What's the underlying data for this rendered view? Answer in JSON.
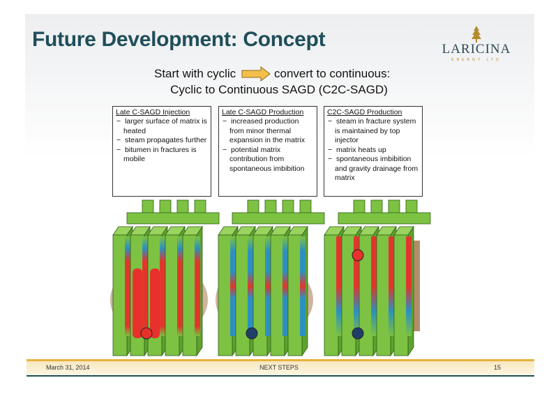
{
  "title": "Future Development: Concept",
  "logo": {
    "name": "LARICINA",
    "subtitle": "ENERGY LTD",
    "icon": "tree-icon"
  },
  "subtitle": {
    "line1_left": "Start with cyclic",
    "line1_right": "convert to continuous:",
    "line2": "Cyclic to Continuous SAGD (C2C-SAGD)",
    "arrow_icon": "right-arrow-icon",
    "arrow_color": "#f5c04a"
  },
  "panels": [
    {
      "heading": "Late C-SAGD Injection",
      "bullets": [
        "larger surface of matrix is heated",
        "steam propagates further",
        "bitumen in fractures is mobile"
      ],
      "well": "injection",
      "well_color": "#d01f1f"
    },
    {
      "heading": "Late C-SAGD Production",
      "bullets": [
        "increased production from minor thermal expansion in the matrix",
        "potential matrix contribution from spontaneous imbibition"
      ],
      "well": "production",
      "well_color": "#1f3f6a"
    },
    {
      "heading": "C2C-SAGD Production",
      "bullets": [
        "steam in fracture system is maintained by top injector",
        "matrix heats up",
        "spontaneous imbibition and gravity drainage from matrix"
      ],
      "well": "both",
      "well_color": "#d01f1f"
    }
  ],
  "colors": {
    "matrix": "#7dc242",
    "steam": "#e8312c",
    "water": "#2a8fc8",
    "heated_zone": "#a5794f"
  },
  "footer": {
    "date": "March 31, 2014",
    "section": "NEXT STEPS",
    "page": "15"
  }
}
